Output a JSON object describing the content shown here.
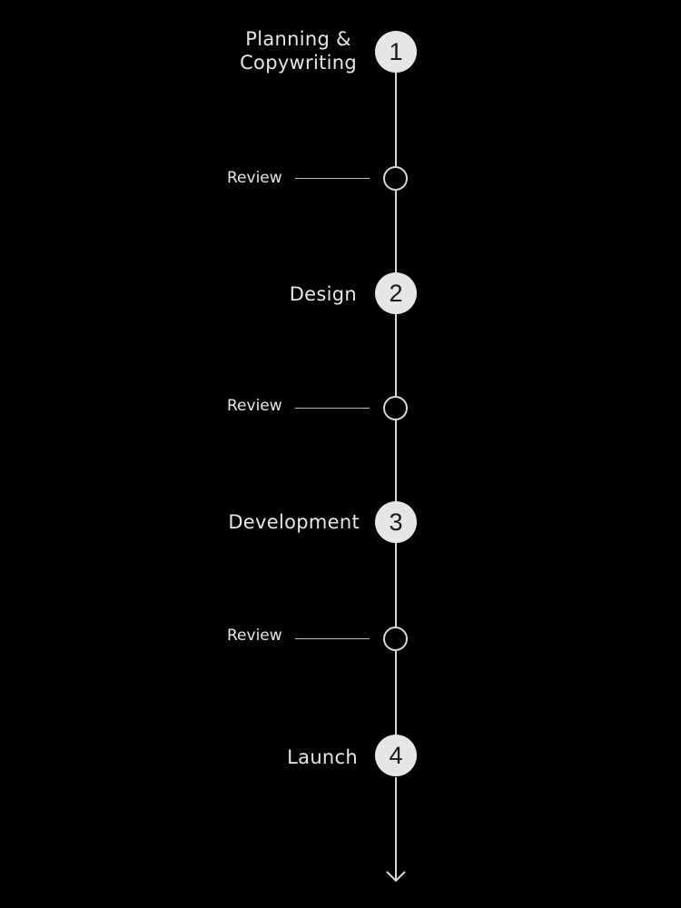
{
  "colors": {
    "background": "#000000",
    "line": "#d8d8d8",
    "step_fill": "#e6e6e6",
    "step_number": "#1a1a1a",
    "text": "#e6e6e6"
  },
  "steps": [
    {
      "number": "1",
      "label_line1": "Planning &",
      "label_line2": "Copywriting"
    },
    {
      "number": "2",
      "label": "Design"
    },
    {
      "number": "3",
      "label": "Development"
    },
    {
      "number": "4",
      "label": "Launch"
    }
  ],
  "reviews": [
    {
      "label": "Review"
    },
    {
      "label": "Review"
    },
    {
      "label": "Review"
    }
  ],
  "end_icon": "arrow-down-icon"
}
